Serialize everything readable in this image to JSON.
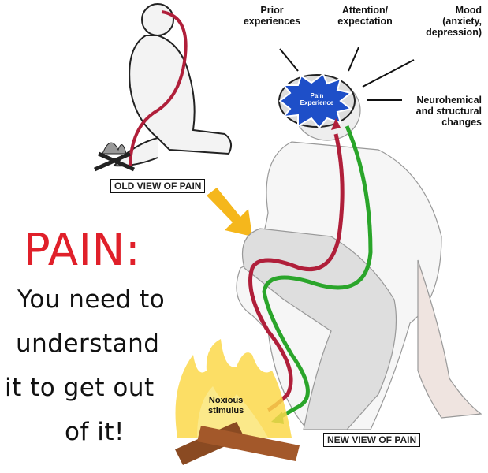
{
  "labels": {
    "prior": [
      "Prior",
      "experiences"
    ],
    "attention": [
      "Attention/",
      "expectation"
    ],
    "mood": [
      "Mood",
      "(anxiety,",
      "depression)"
    ],
    "neuro": [
      "Neurohemical",
      "and structural",
      "changes"
    ],
    "brain_center": [
      "Pain",
      "Experience"
    ],
    "noxious": [
      "Noxious",
      "stimulus"
    ],
    "old_view": "OLD VIEW OF PAIN",
    "new_view": "NEW VIEW OF PAIN"
  },
  "headline": {
    "title": "PAIN:",
    "lines": [
      "You need to",
      "understand",
      "it to get out",
      "of it!"
    ]
  },
  "colors": {
    "red_path": "#b01f3a",
    "green_path": "#2aa52a",
    "title": "#e0202a",
    "brain_blue": "#1e4fc8",
    "arrow_yellow": "#f5b71c"
  }
}
